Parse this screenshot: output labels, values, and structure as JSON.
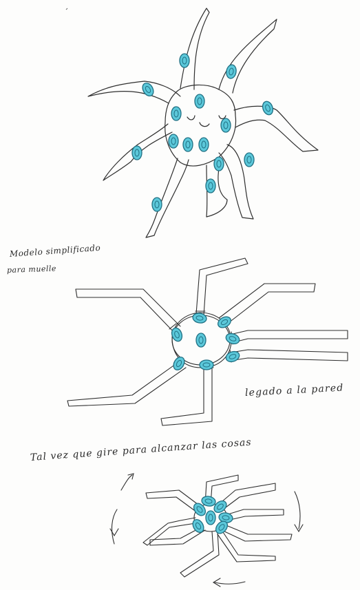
{
  "notes": {
    "simplified_title": "Modelo simplificado",
    "simplified_subtitle": "para muelle",
    "wall_note": "legado a la pared",
    "rotation_note": "Tal vez que gire para alcanzar las cosas"
  },
  "colors": {
    "ink": "#2e2e2e",
    "spot_fill": "#5cc8da",
    "spot_stroke": "#1f6f82",
    "paper": "#fdfdfc"
  }
}
